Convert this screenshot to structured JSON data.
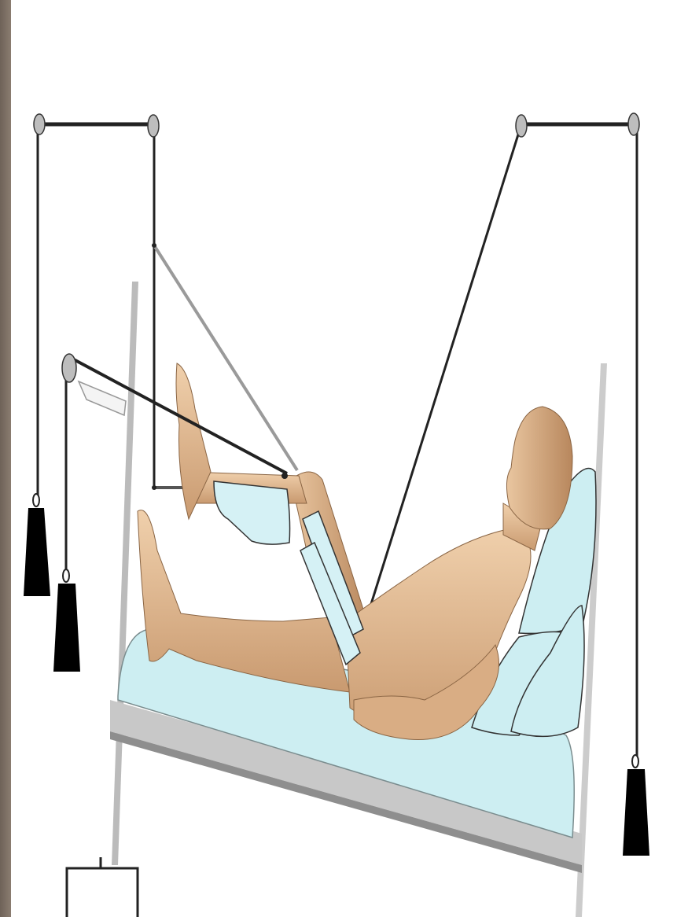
{
  "scene": {
    "colors": {
      "background": "#ffffff",
      "left_edge_photo": "#8a7c70",
      "bed_frame": "#b9b9b9",
      "bed_frame_dark": "#8e8e8e",
      "mattress": "#cdeef2",
      "pillow": "#cdeef2",
      "splint_pad": "#d5f1f5",
      "skin": "#e8c39d",
      "skin_shadow": "#b98b63",
      "cord": "#222222",
      "cord_light": "#9a9a9a",
      "pulley": "#bdbdbd",
      "weight": "#000000"
    },
    "elements": [
      "overhead-frame-left",
      "overhead-frame-right",
      "bed-frame",
      "mattress",
      "pillows",
      "patient-figure",
      "thigh-splint",
      "calf-sling",
      "traction-cords",
      "pulleys",
      "traction-weights",
      "floor-weight-box"
    ]
  }
}
